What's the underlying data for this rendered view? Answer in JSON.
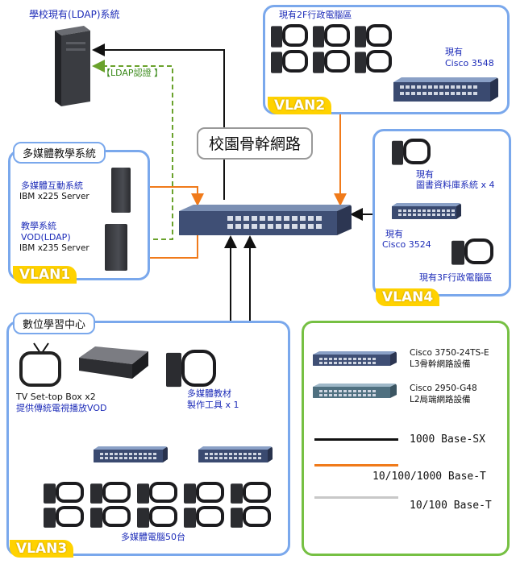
{
  "ldap_server": {
    "label": "學校現有(LDAP)系統"
  },
  "ldap_auth": {
    "label": "【LDAP認證 】"
  },
  "backbone": {
    "label": "校園骨幹網路"
  },
  "vlan2": {
    "tag": "VLAN2",
    "area_label": "現有2F行政電腦區",
    "switch_label_1": "現有",
    "switch_label_2": "Cisco 3548"
  },
  "vlan1": {
    "tag": "VLAN1",
    "title": "多媒體教學系統",
    "server1_name": "多媒體互動系統",
    "server1_model": "IBM x225 Server",
    "server2_name_1": "教學系統",
    "server2_name_2": "VOD(LDAP)",
    "server2_model": "IBM x235 Server"
  },
  "vlan4": {
    "tag": "VLAN4",
    "library_1": "現有",
    "library_2": "圖書資料庫系統 x 4",
    "switch_label_1": "現有",
    "switch_label_2": "Cisco 3524",
    "area_label": "現有3F行政電腦區"
  },
  "vlan3": {
    "tag": "VLAN3",
    "title": "數位學習中心",
    "stb_label": "TV Set-top Box x2",
    "stb_sub": "提供傳統電視播放VOD",
    "tool_1": "多媒體教材",
    "tool_2": "製作工具 x 1",
    "pcs_label": "多媒體電腦50台"
  },
  "legend": {
    "sw1_1": "Cisco 3750-24TS-E",
    "sw1_2": "L3骨幹網路設備",
    "sw2_1": "Cisco 2950-G48",
    "sw2_2": "L2局端網路設備",
    "line1": "1000 Base-SX",
    "line2": "10/100/1000 Base-T",
    "line3": "10/100 Base-T",
    "color_fiber": "#111111",
    "color_gig": "#f07a1a",
    "color_fast": "#c8c8c8"
  }
}
